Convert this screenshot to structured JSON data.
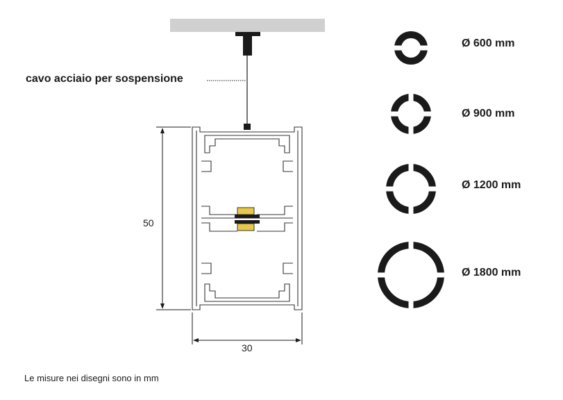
{
  "labels": {
    "cable": "cavo acciaio per sospensione",
    "height": "50",
    "width": "30",
    "note": "Le misure nei disegni sono in mm"
  },
  "diameters": [
    {
      "label": "Ø 600 mm"
    },
    {
      "label": "Ø 900 mm"
    },
    {
      "label": "Ø 1200 mm"
    },
    {
      "label": "Ø 1800 mm"
    }
  ],
  "colors": {
    "ceiling": "#d0d0d0",
    "profile_stroke": "#333333",
    "ring": "#1a1a1a",
    "connector": "#e8c84a"
  }
}
